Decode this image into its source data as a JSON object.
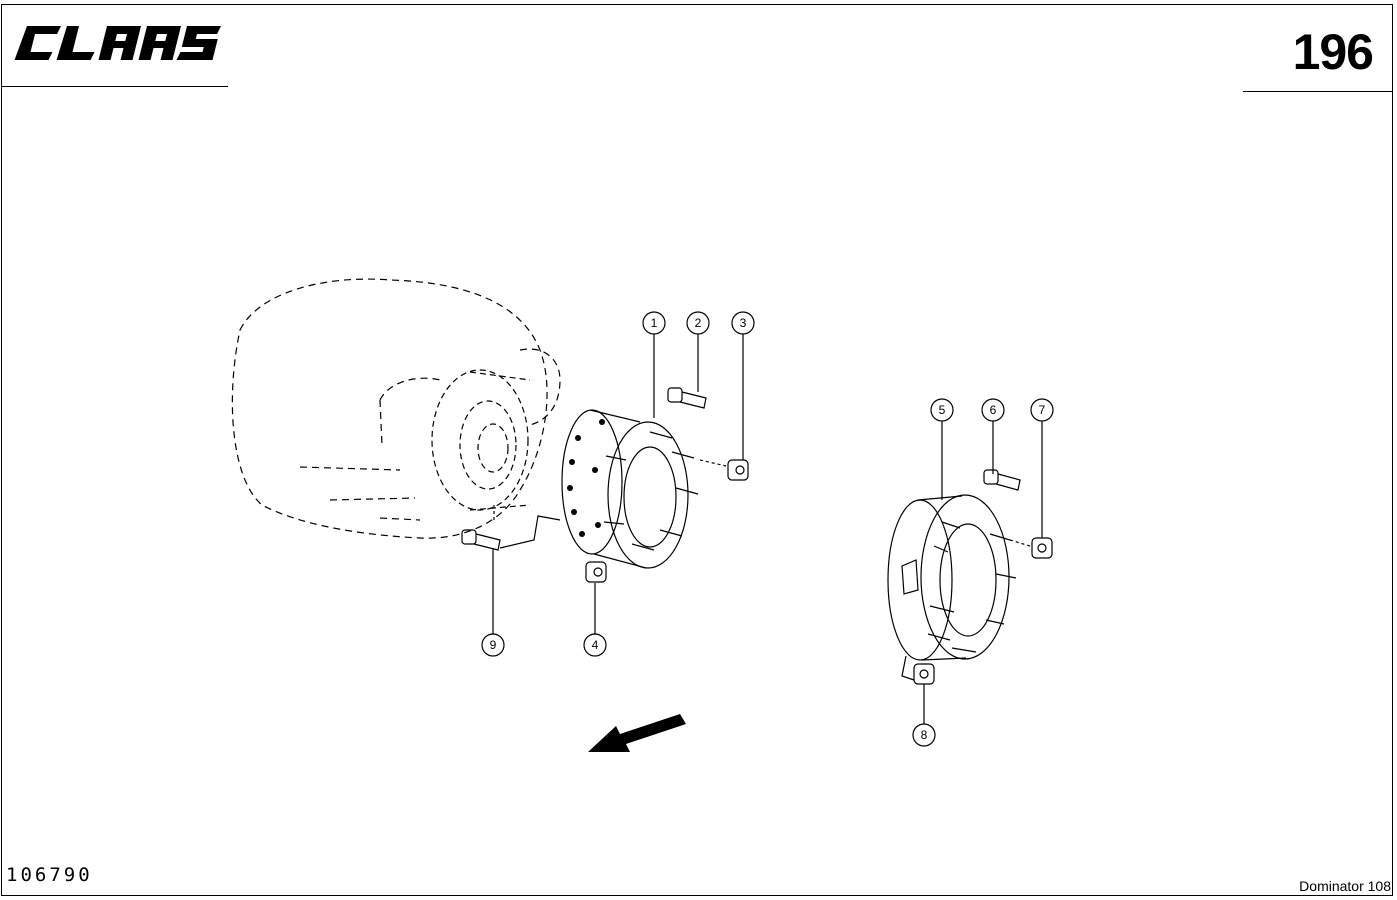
{
  "header": {
    "brand": "CLAAS",
    "page_number": "196"
  },
  "footer": {
    "drawing_number": "106790",
    "machine_model": "Dominator 108"
  },
  "callouts": [
    "1",
    "2",
    "3",
    "4",
    "5",
    "6",
    "7",
    "8",
    "9"
  ]
}
